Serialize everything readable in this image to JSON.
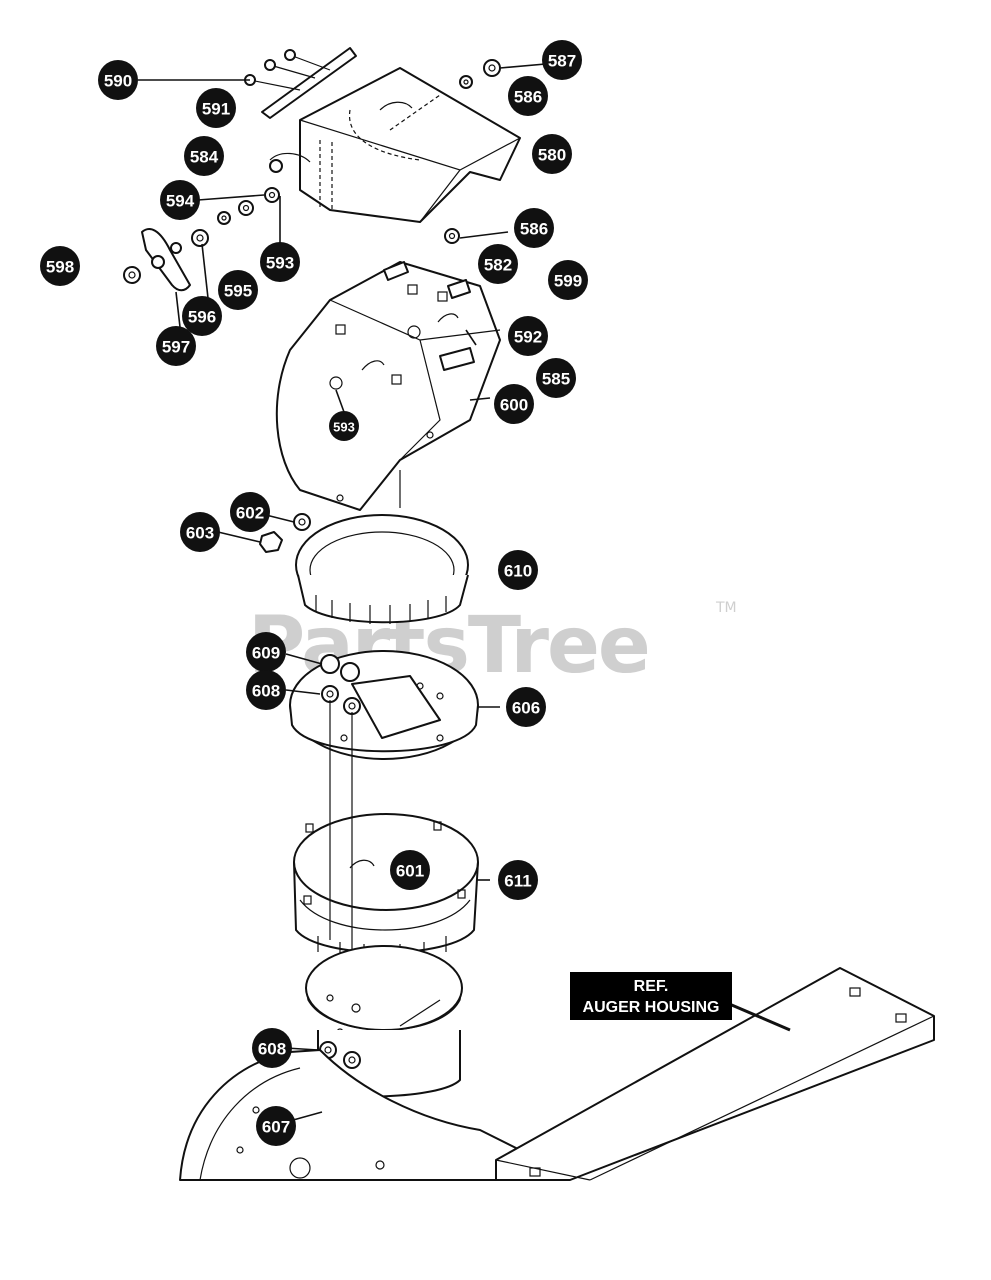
{
  "watermark": {
    "brand": "PartsTree",
    "trademark": "TM"
  },
  "reference_label": {
    "line1": "REF.",
    "line2": "AUGER HOUSING"
  },
  "callouts": [
    {
      "id": "c590",
      "label": "590"
    },
    {
      "id": "c591",
      "label": "591"
    },
    {
      "id": "c587",
      "label": "587"
    },
    {
      "id": "c586a",
      "label": "586"
    },
    {
      "id": "c584",
      "label": "584"
    },
    {
      "id": "c580",
      "label": "580"
    },
    {
      "id": "c594",
      "label": "594"
    },
    {
      "id": "c586b",
      "label": "586"
    },
    {
      "id": "c598",
      "label": "598"
    },
    {
      "id": "c593a",
      "label": "593"
    },
    {
      "id": "c582",
      "label": "582"
    },
    {
      "id": "c599",
      "label": "599"
    },
    {
      "id": "c595",
      "label": "595"
    },
    {
      "id": "c596",
      "label": "596"
    },
    {
      "id": "c592",
      "label": "592"
    },
    {
      "id": "c597",
      "label": "597"
    },
    {
      "id": "c585",
      "label": "585"
    },
    {
      "id": "c600",
      "label": "600"
    },
    {
      "id": "c593b",
      "label": "593"
    },
    {
      "id": "c602",
      "label": "602"
    },
    {
      "id": "c603",
      "label": "603"
    },
    {
      "id": "c610",
      "label": "610"
    },
    {
      "id": "c609",
      "label": "609"
    },
    {
      "id": "c608a",
      "label": "608"
    },
    {
      "id": "c606",
      "label": "606"
    },
    {
      "id": "c601",
      "label": "601"
    },
    {
      "id": "c611",
      "label": "611"
    },
    {
      "id": "c608b",
      "label": "608"
    },
    {
      "id": "c607",
      "label": "607"
    }
  ]
}
